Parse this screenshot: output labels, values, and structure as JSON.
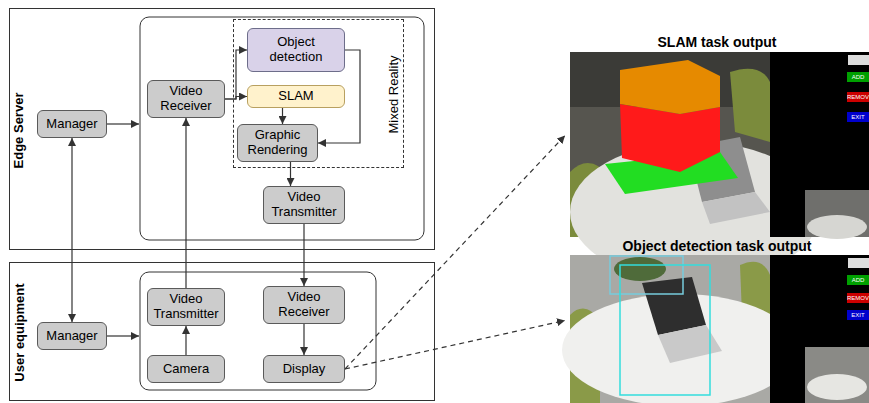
{
  "diagram": {
    "nodes": [
      {
        "text": [
          "Edge Server"
        ]
      },
      {
        "text": [
          "Manager"
        ],
        "in": 0
      },
      {
        "text": [
          "Video Receiver"
        ],
        "in": 0
      },
      {
        "text": [
          "Mixed Reality"
        ],
        "in": 0
      },
      {
        "text": [
          "Object detection"
        ],
        "in": 3
      },
      {
        "text": [
          "SLAM"
        ],
        "in": 3
      },
      {
        "text": [
          "Graphic Rendering"
        ],
        "in": 3
      },
      {
        "text": [
          "Video Transmitter"
        ],
        "in": 0
      },
      {
        "text": [
          "User equipment"
        ]
      },
      {
        "text": [
          "Manager"
        ],
        "in": 8
      },
      {
        "text": [
          "Video Transmitter"
        ],
        "in": 8
      },
      {
        "text": [
          "Camera"
        ],
        "in": 8
      },
      {
        "text": [
          "Video Receiver"
        ],
        "in": 8
      },
      {
        "text": [
          "Display"
        ],
        "in": 8
      },
      {
        "text": [
          "SLAM task output"
        ]
      },
      {
        "text": [
          "Object detection task output"
        ]
      }
    ],
    "edges": [
      {
        "from": 1,
        "to": 9,
        "arrow": "both"
      },
      {
        "from": 2,
        "to": 4,
        "arrow": "to"
      },
      {
        "from": 2,
        "to": 5,
        "arrow": "to"
      },
      {
        "from": 4,
        "to": 6,
        "arrow": "to"
      },
      {
        "from": 5,
        "to": 6,
        "arrow": "to"
      },
      {
        "from": 6,
        "to": 7,
        "arrow": "to"
      },
      {
        "from": 7,
        "to": 12,
        "arrow": "to"
      },
      {
        "from": 10,
        "to": 2,
        "arrow": "to"
      },
      {
        "from": 11,
        "to": 10,
        "arrow": "to"
      },
      {
        "from": 12,
        "to": 13,
        "arrow": "to"
      },
      {
        "from": 13,
        "to": 14,
        "arrow": "to"
      },
      {
        "from": 13,
        "to": 15,
        "arrow": "to"
      }
    ],
    "labels": [
      "ADD",
      "REMOV",
      "EXIT",
      "ADD",
      "REMOV",
      "EXIT"
    ]
  }
}
